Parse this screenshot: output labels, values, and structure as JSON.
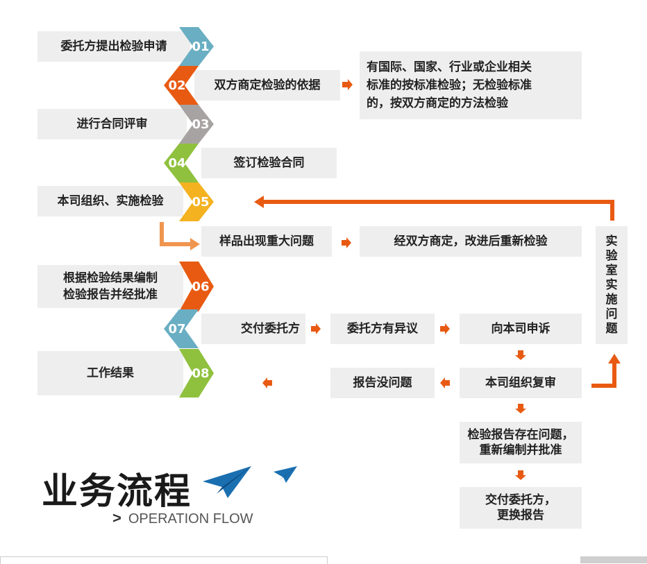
{
  "steps": [
    {
      "num": "01",
      "label": "委托方提出检验申请",
      "color": "#6aaec3"
    },
    {
      "num": "02",
      "label": "双方商定检验的依据",
      "color": "#e85a12"
    },
    {
      "num": "03",
      "label": "进行合同评审",
      "color": "#a8a3a3"
    },
    {
      "num": "04",
      "label": "签订检验合同",
      "color": "#8fc13e"
    },
    {
      "num": "05",
      "label": "本司组织、实施检验",
      "color": "#f4b221"
    },
    {
      "num": "06",
      "label_line1": "根据检验结果编制",
      "label_line2": "检验报告并经批准",
      "color": "#e85a12"
    },
    {
      "num": "07",
      "label": "交付委托方",
      "color": "#6aaec3"
    },
    {
      "num": "08",
      "label": "工作结果",
      "color": "#8fc13e"
    }
  ],
  "basis_note": {
    "line1": "有国际、国家、行业或企业相关",
    "line2": "标准的按标准检验；无检验标准",
    "line3": "的，按双方商定的方法检验"
  },
  "problem": {
    "sample_issue": "样品出现重大问题",
    "renegotiate": "经双方商定，改进后重新检验",
    "lab_issue_chars": [
      "实",
      "验",
      "室",
      "实",
      "施",
      "问",
      "题"
    ]
  },
  "objection": {
    "client_objection": "委托方有异议",
    "appeal": "向本司申诉",
    "review": "本司组织复审",
    "no_problem": "报告没问题",
    "has_problem_line1": "检验报告存在问题，",
    "has_problem_line2": "重新编制并批准",
    "redeliver_line1": "交付委托方，",
    "redeliver_line2": "更换报告"
  },
  "heading": {
    "title": "业务流程",
    "subtitle_mark": ">",
    "subtitle": "OPERATION FLOW"
  },
  "colors": {
    "arrow": "#e85a12",
    "arrow_light": "#f0954f",
    "plane": "#1a6fb0"
  }
}
